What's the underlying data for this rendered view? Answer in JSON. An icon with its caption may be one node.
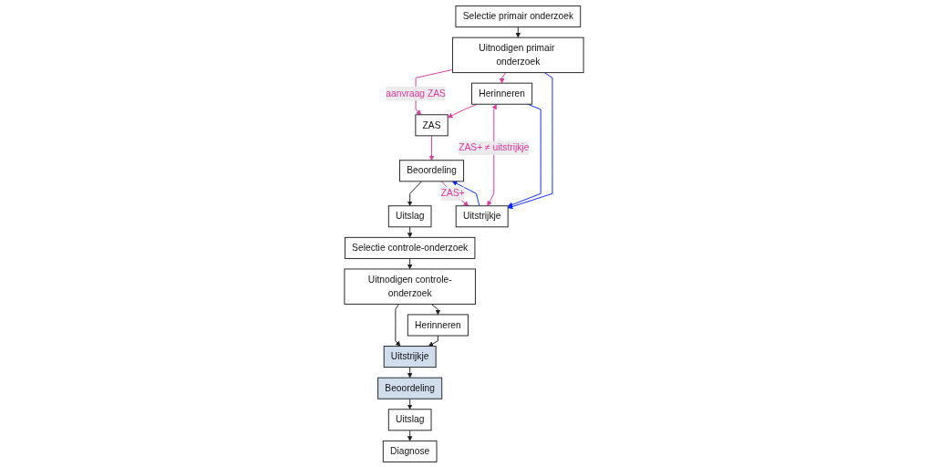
{
  "diagram": {
    "nodes": [
      {
        "text": [
          "Herinneren"
        ]
      },
      {
        "text": [
          "ZAS"
        ]
      },
      {
        "text": [
          "Selectie primair onderzoek"
        ]
      },
      {
        "text": [
          "Uitnodigen primair onderzoek"
        ]
      },
      {
        "text": [
          "Uitstrijkje"
        ]
      },
      {
        "text": [
          "Beoordeling"
        ]
      },
      {
        "text": [
          "Uitslag"
        ]
      },
      {
        "text": [
          "Selectie controle-onderzoek"
        ]
      },
      {
        "text": [
          "Uitnodigen controle-onderzoek"
        ]
      },
      {
        "text": [
          "Uitstrijkje"
        ]
      },
      {
        "text": [
          "Beoordeling"
        ]
      },
      {
        "text": [
          "Uitslag"
        ]
      },
      {
        "text": [
          "Herinneren"
        ]
      },
      {
        "text": [
          "Diagnose"
        ]
      }
    ],
    "edges": [
      {
        "from": 3,
        "to": 1,
        "arrow": "to",
        "label": "aanvraag ZAS",
        "color": "#e0379e"
      },
      {
        "from": 3,
        "to": 0,
        "arrow": "to",
        "color": "#e0379e"
      },
      {
        "from": 0,
        "to": 1,
        "arrow": "to",
        "color": "#e0379e"
      },
      {
        "from": 0,
        "to": 4,
        "arrow": "both",
        "label": "ZAS+ ≠ uitstrijkje",
        "color": "#e0379e"
      },
      {
        "from": 0,
        "to": 4,
        "arrow": "to",
        "color": "#0a28ff"
      },
      {
        "from": 1,
        "to": 5,
        "arrow": "to",
        "color": "#e0379e"
      },
      {
        "from": 2,
        "to": 3,
        "arrow": "to"
      },
      {
        "from": 3,
        "to": 4,
        "arrow": "to",
        "color": "#0a28ff"
      },
      {
        "from": 4,
        "to": 5,
        "arrow": "to",
        "color": "#0a28ff"
      },
      {
        "from": 5,
        "to": 6,
        "arrow": "to"
      },
      {
        "from": 5,
        "to": 4,
        "arrow": "to",
        "label": "ZAS+",
        "color": "#e0379e"
      },
      {
        "from": 6,
        "to": 7,
        "arrow": "to"
      },
      {
        "from": 7,
        "to": 8,
        "arrow": "to"
      },
      {
        "from": 8,
        "to": 9,
        "arrow": "to"
      },
      {
        "from": 9,
        "to": 10,
        "arrow": "to"
      },
      {
        "from": 10,
        "to": 11,
        "arrow": "to"
      },
      {
        "from": 8,
        "to": 12,
        "arrow": "to"
      },
      {
        "from": 12,
        "to": 9,
        "arrow": "to"
      },
      {
        "from": 11,
        "to": 13,
        "arrow": "to"
      }
    ]
  }
}
